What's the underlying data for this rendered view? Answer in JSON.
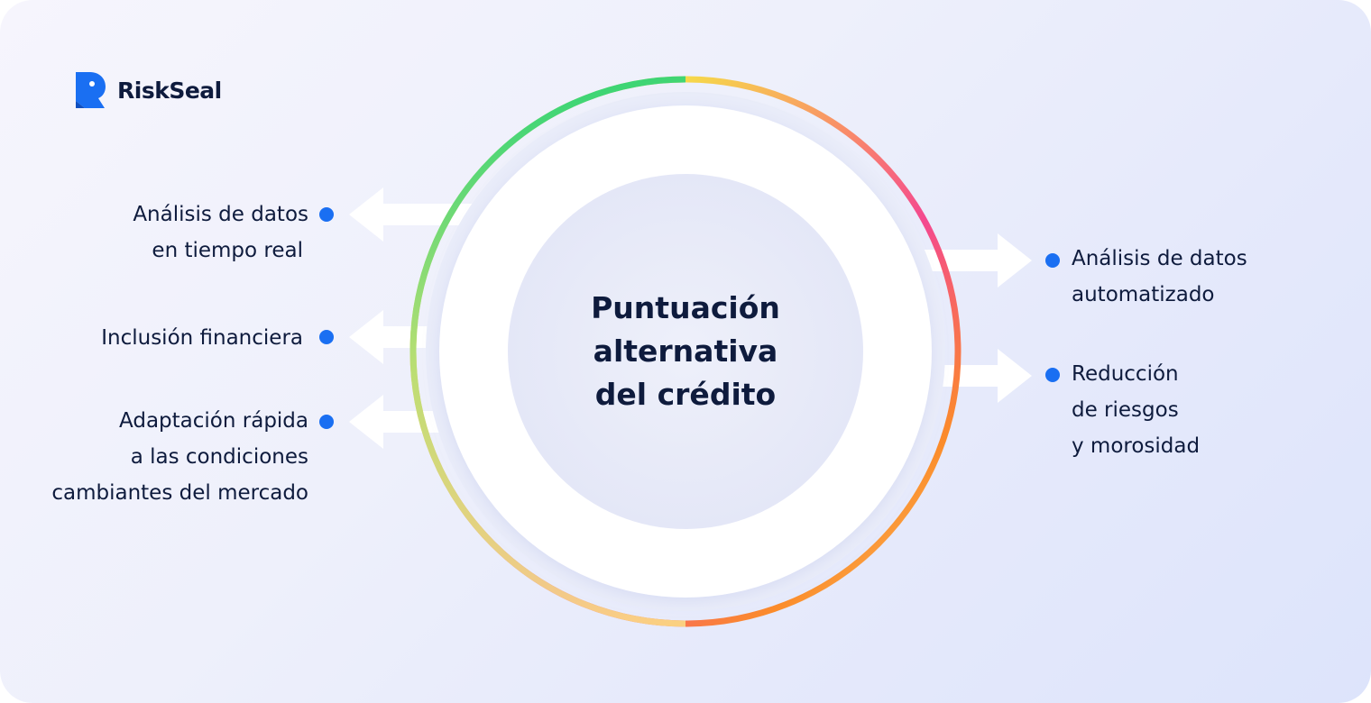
{
  "brand": {
    "name": "RiskSeal",
    "color": "#1a6ff2",
    "text_color": "#0e1b3d",
    "icon": "riskseal-logo-icon"
  },
  "center": {
    "title_lines": [
      "Puntuación",
      "alternativa",
      "del crédito"
    ]
  },
  "left_items": [
    {
      "lines": [
        "Análisis de datos",
        "en tiempo real"
      ]
    },
    {
      "lines": [
        "Inclusión financiera"
      ]
    },
    {
      "lines": [
        "Adaptación rápida",
        "a las condiciones",
        "cambiantes del mercado"
      ]
    }
  ],
  "right_items": [
    {
      "lines": [
        "Análisis de datos",
        "automatizado"
      ]
    },
    {
      "lines": [
        "Reducción",
        "de riesgos",
        "y morosidad"
      ]
    }
  ],
  "ring_gradient_colors": [
    "#22d47a",
    "#f6d94a",
    "#f98a6a",
    "#f4488f",
    "#fb8c2a",
    "#fbd27a"
  ],
  "bullet_color": "#1a6ff2"
}
